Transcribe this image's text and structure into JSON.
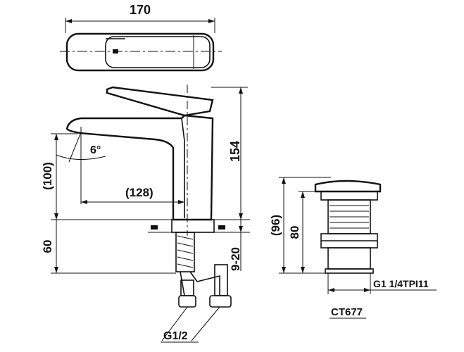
{
  "dimensions": {
    "top_width": "170",
    "height_total": "154",
    "spout_height": "(100)",
    "spout_reach": "(128)",
    "angle": "6°",
    "below_deck": "60",
    "deck_thickness": "9-20",
    "pipe_thread": "G1/2"
  },
  "drain": {
    "height_total": "(96)",
    "body_height": "80",
    "thread": "G1 1/4TPI11",
    "model": "CT677"
  }
}
